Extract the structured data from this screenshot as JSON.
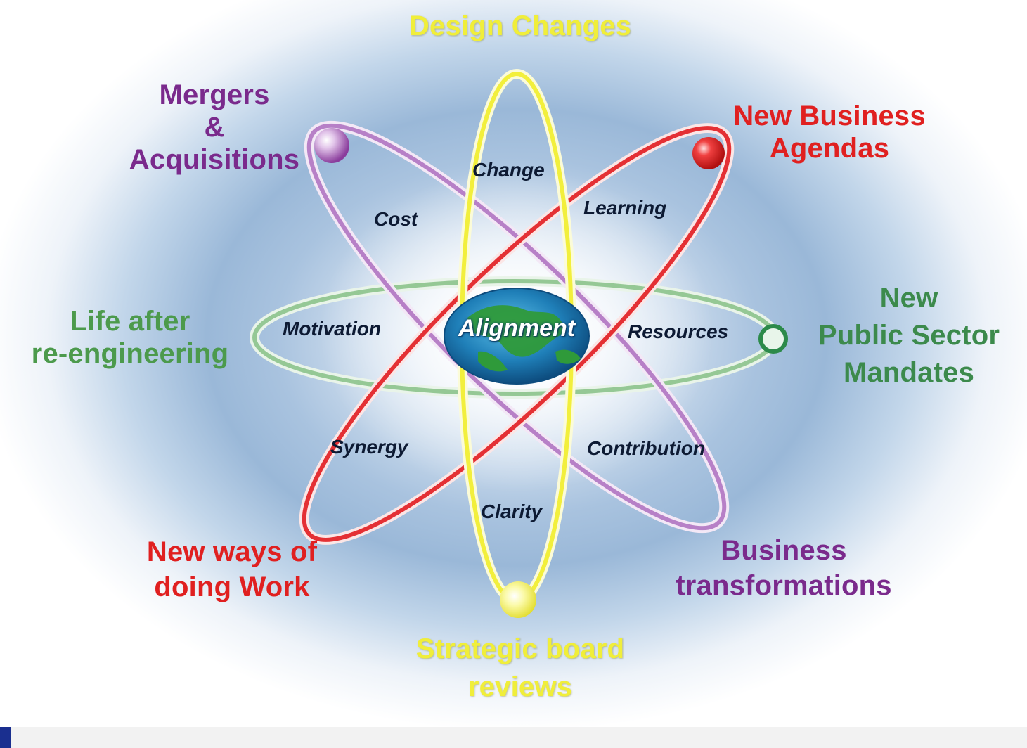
{
  "center": {
    "label": "Alignment"
  },
  "outer_labels": {
    "design_changes": "Design Changes",
    "mergers": [
      "Mergers",
      "&",
      "Acquisitions"
    ],
    "new_business": [
      "New Business",
      "Agendas"
    ],
    "life_after": [
      "Life after",
      "re-engineering"
    ],
    "public_sector": [
      "New",
      "Public Sector",
      "Mandates"
    ],
    "new_ways": [
      "New ways of",
      "doing Work"
    ],
    "business_trans": [
      "Business",
      "transformations"
    ],
    "strategic": [
      "Strategic board",
      "reviews"
    ]
  },
  "inner_labels": {
    "change": "Change",
    "cost": "Cost",
    "learning": "Learning",
    "motivation": "Motivation",
    "resources": "Resources",
    "synergy": "Synergy",
    "contribution": "Contribution",
    "clarity": "Clarity"
  },
  "colors": {
    "yellow_orbit": "#f2ef3c",
    "red_orbit": "#e3262a",
    "purple_orbit": "#b37ac4",
    "green_orbit": "#8cc38c",
    "yellow_text": "#f0ee3a",
    "red_text": "#e02020",
    "purple_text": "#7a2a8c",
    "green_text": "#4c9a4c",
    "globe_ocean": "#1f7fb8",
    "globe_land": "#2f9a3a"
  },
  "icons": {
    "center": "globe-icon",
    "orbit_nodes": [
      "purple-sphere-icon",
      "red-sphere-icon",
      "green-ring-icon",
      "yellow-sphere-icon"
    ]
  }
}
